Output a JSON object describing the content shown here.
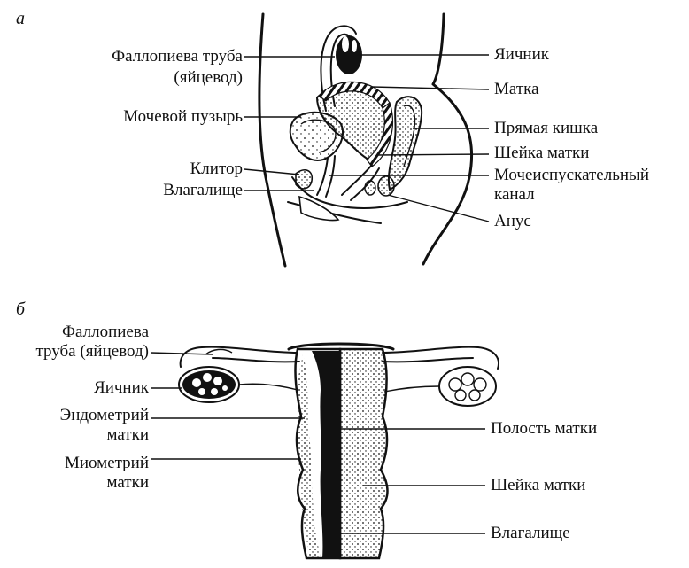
{
  "panel_a": {
    "letter": "а",
    "labels": {
      "fallopian_tube": "Фаллопиева труба\n(яйцевод)",
      "bladder": "Мочевой пузырь",
      "clitoris": "Клитор",
      "vagina": "Влагалище",
      "ovary": "Яичник",
      "uterus": "Матка",
      "rectum": "Прямая кишка",
      "cervix": "Шейка матки",
      "urethra": "Мочеиспускательный\nканал",
      "anus": "Анус"
    }
  },
  "panel_b": {
    "letter": "б",
    "labels": {
      "fallopian_tube": "Фаллопиева\nтруба (яйцевод)",
      "ovary": "Яичник",
      "endometrium": "Эндометрий\nматки",
      "myometrium": "Миометрий\nматки",
      "uterine_cavity": "Полость матки",
      "cervix": "Шейка матки",
      "vagina": "Влагалище"
    }
  }
}
